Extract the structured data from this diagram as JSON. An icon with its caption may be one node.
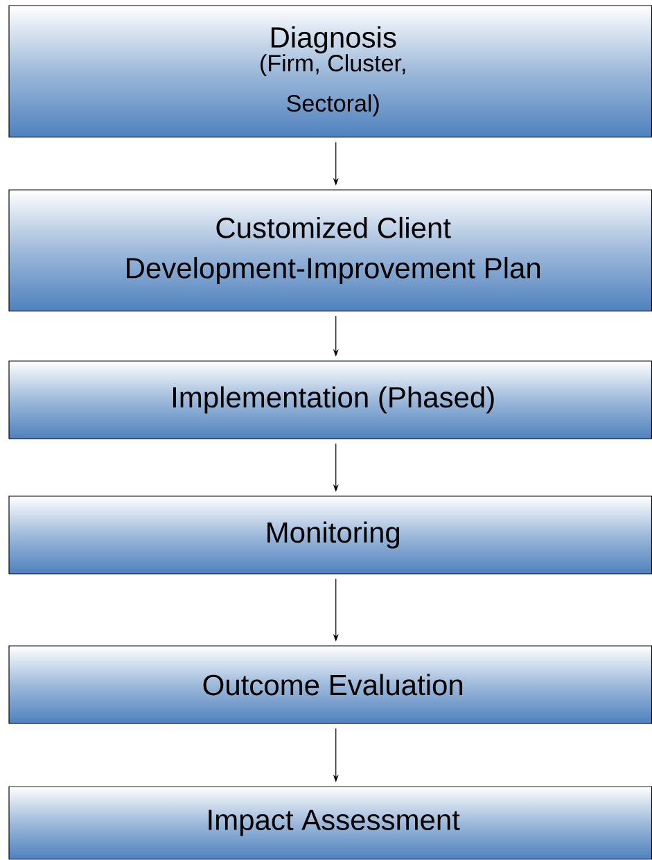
{
  "diagram": {
    "nodes": [
      {
        "text": [
          "Diagnosis",
          "(Firm, Cluster, Sectoral)"
        ]
      },
      {
        "text": [
          "Customized Client Development-Improvement Plan"
        ]
      },
      {
        "text": [
          "Implementation (Phased)"
        ]
      },
      {
        "text": [
          "Monitoring"
        ]
      },
      {
        "text": [
          "Outcome Evaluation"
        ]
      },
      {
        "text": [
          "Impact Assessment"
        ]
      }
    ],
    "edges": [
      {
        "from": 0,
        "to": 1,
        "arrow": "to"
      },
      {
        "from": 1,
        "to": 2,
        "arrow": "to"
      },
      {
        "from": 2,
        "to": 3,
        "arrow": "to"
      },
      {
        "from": 3,
        "to": 4,
        "arrow": "to"
      },
      {
        "from": 4,
        "to": 5,
        "arrow": "to"
      }
    ]
  }
}
